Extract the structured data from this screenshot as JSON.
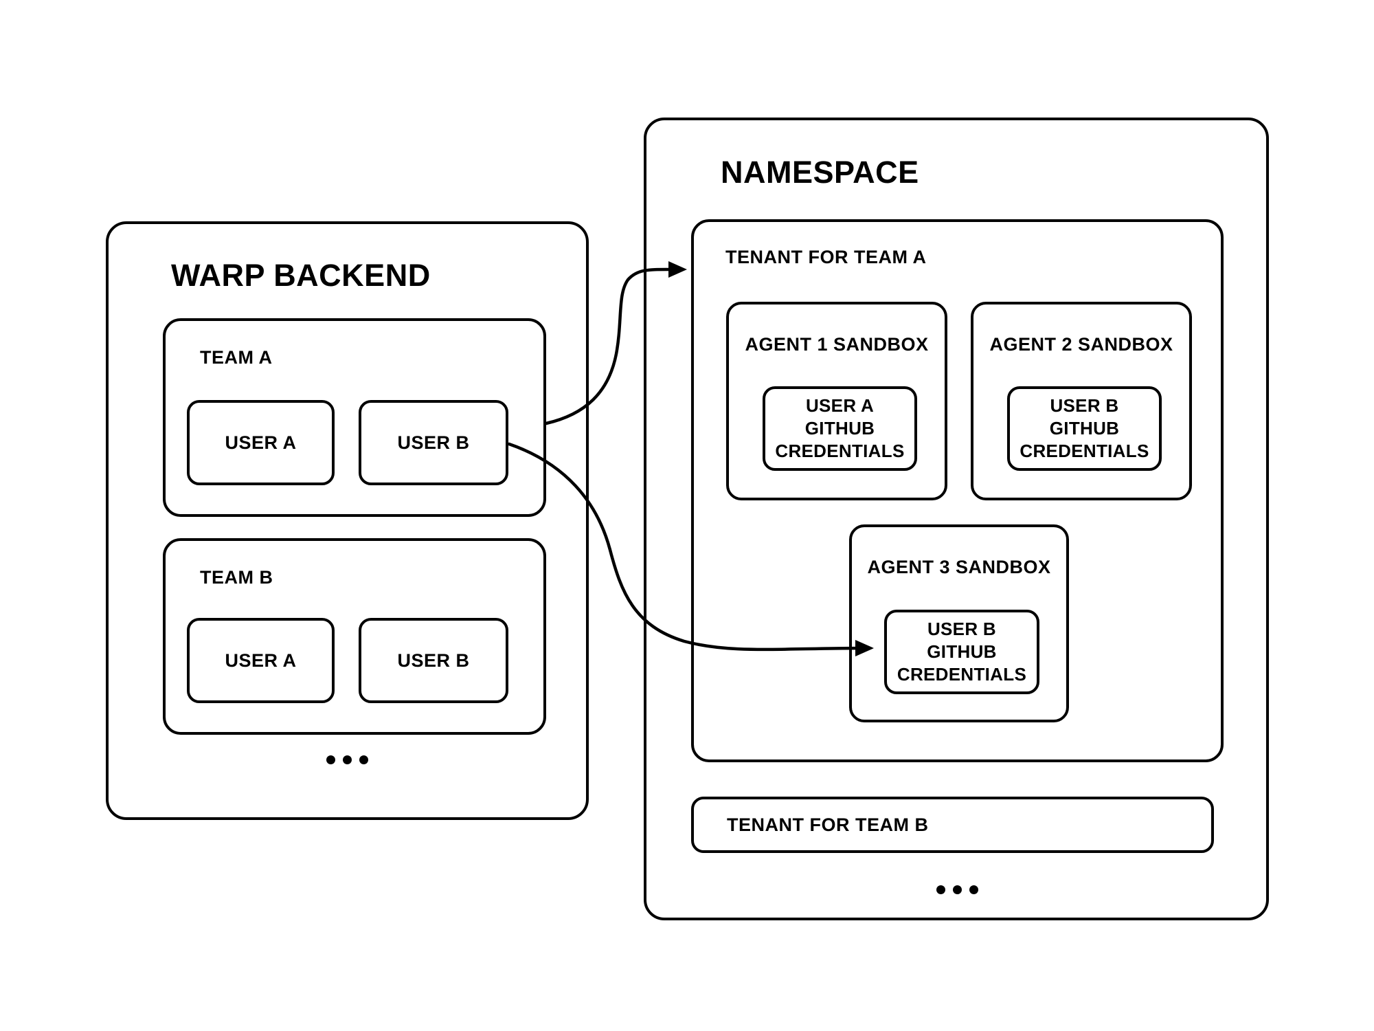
{
  "warp_backend": {
    "title": "WARP BACKEND",
    "teams": [
      {
        "label": "TEAM A",
        "users": [
          {
            "label": "USER A"
          },
          {
            "label": "USER B"
          }
        ]
      },
      {
        "label": "TEAM B",
        "users": [
          {
            "label": "USER A"
          },
          {
            "label": "USER B"
          }
        ]
      }
    ]
  },
  "namespace": {
    "title": "NAMESPACE",
    "tenant_team_a": {
      "label": "TENANT FOR TEAM A",
      "sandboxes": [
        {
          "label": "AGENT 1 SANDBOX",
          "credential": "USER A GITHUB CREDENTIALS"
        },
        {
          "label": "AGENT 2 SANDBOX",
          "credential": "USER B GITHUB CREDENTIALS"
        },
        {
          "label": "AGENT 3 SANDBOX",
          "credential": "USER B GITHUB CREDENTIALS"
        }
      ]
    },
    "tenant_team_b": {
      "label": "TENANT FOR TEAM B"
    }
  },
  "arrows": [
    {
      "from": "TEAM A",
      "to": "TENANT FOR TEAM A"
    },
    {
      "from": "USER B",
      "to": "USER B GITHUB CREDENTIALS"
    }
  ],
  "colors": {
    "stroke": "#000000",
    "background": "#ffffff"
  }
}
